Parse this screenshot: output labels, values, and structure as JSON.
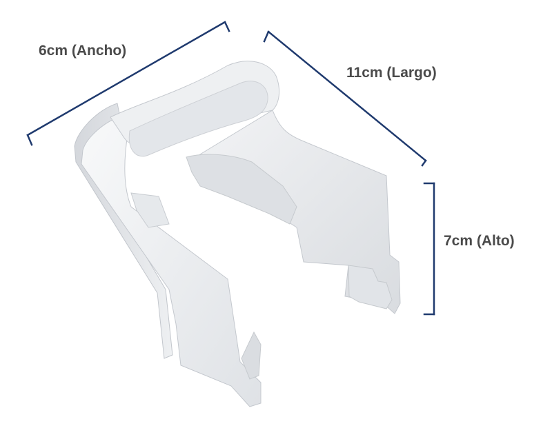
{
  "colors": {
    "dimension_line": "#1f3a6e",
    "label_text": "#4a4a4a",
    "plastic_base": "#e9ebee",
    "plastic_shadow": "#c9ccd1",
    "plastic_highlight": "#f7f8f9"
  },
  "dimensions": {
    "width_label": "6cm (Ancho)",
    "length_label": "11cm (Largo)",
    "height_label": "7cm (Alto)"
  },
  "product": {
    "name": "plastic-clip"
  }
}
